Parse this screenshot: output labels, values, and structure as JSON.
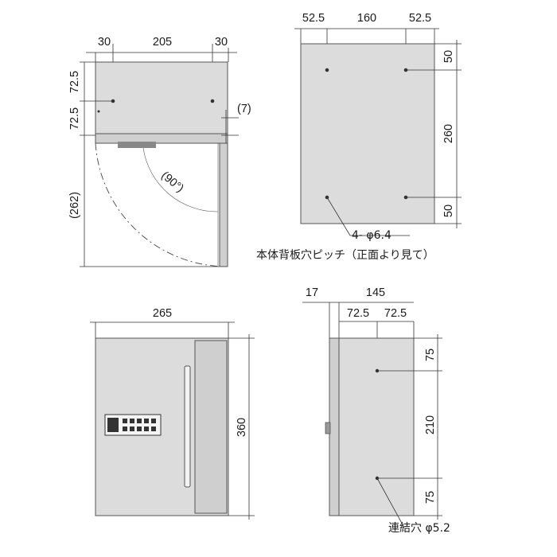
{
  "top_view": {
    "width_dims": [
      "30",
      "205",
      "30"
    ],
    "depth_dims": [
      "72.5",
      "72.5"
    ],
    "gap_dim": "(7)",
    "swing_radius": "(262)",
    "swing_angle": "(90°)"
  },
  "back_view": {
    "width_dims": [
      "52.5",
      "160",
      "52.5"
    ],
    "height_dims": [
      "50",
      "260",
      "50"
    ],
    "hole_label": "4- φ6.4",
    "caption": "本体背板穴ピッチ（正面より見て）"
  },
  "front_view": {
    "width_dim": "265",
    "height_dim": "360"
  },
  "side_view": {
    "width_dims": [
      "17",
      "145"
    ],
    "sub_width_dims": [
      "72.5",
      "72.5"
    ],
    "height_dims": [
      "75",
      "210",
      "75"
    ],
    "hole_label": "連結穴 φ5.2"
  },
  "colors": {
    "body_fill": "#dcdcdc",
    "line": "#333333"
  }
}
